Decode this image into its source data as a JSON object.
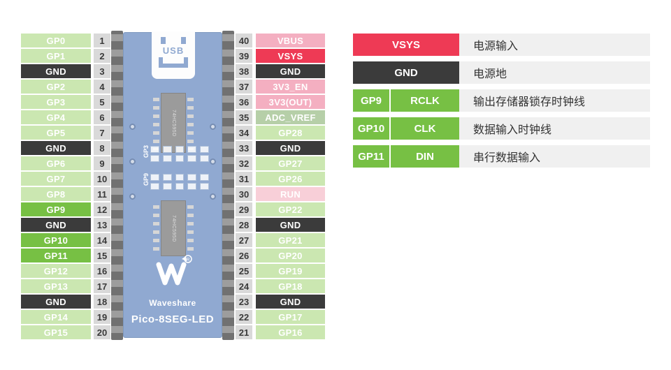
{
  "colors": {
    "gpio-green": "#cbe7b1",
    "highlight-green": "#77c044",
    "gnd-dark": "#3b3b3b",
    "power-pink": "#f4afc1",
    "power-red": "#ee3a55",
    "adc-sage": "#b6cfa8",
    "run-pink": "#f8cfd8",
    "num-bg": "#d9d9d9",
    "legend-stripe": "#f0f0f0",
    "pcb-blue": "#7d9bc9"
  },
  "board": {
    "usb_label": "USB",
    "chip_marking": "74HC595D",
    "silk_top": "GP3",
    "silk_bottom": "GP9",
    "brand": "Waveshare",
    "registered_mark": "®",
    "name": "Pico-8SEG-LED"
  },
  "left_pins": [
    {
      "num": "1",
      "label": "GP0",
      "type": "gpio"
    },
    {
      "num": "2",
      "label": "GP1",
      "type": "gpio"
    },
    {
      "num": "3",
      "label": "GND",
      "type": "gnd"
    },
    {
      "num": "4",
      "label": "GP2",
      "type": "gpio"
    },
    {
      "num": "5",
      "label": "GP3",
      "type": "gpio"
    },
    {
      "num": "6",
      "label": "GP4",
      "type": "gpio"
    },
    {
      "num": "7",
      "label": "GP5",
      "type": "gpio"
    },
    {
      "num": "8",
      "label": "GND",
      "type": "gnd"
    },
    {
      "num": "9",
      "label": "GP6",
      "type": "gpio"
    },
    {
      "num": "10",
      "label": "GP7",
      "type": "gpio"
    },
    {
      "num": "11",
      "label": "GP8",
      "type": "gpio"
    },
    {
      "num": "12",
      "label": "GP9",
      "type": "hl"
    },
    {
      "num": "13",
      "label": "GND",
      "type": "gnd"
    },
    {
      "num": "14",
      "label": "GP10",
      "type": "hl"
    },
    {
      "num": "15",
      "label": "GP11",
      "type": "hl"
    },
    {
      "num": "16",
      "label": "GP12",
      "type": "gpio"
    },
    {
      "num": "17",
      "label": "GP13",
      "type": "gpio"
    },
    {
      "num": "18",
      "label": "GND",
      "type": "gnd"
    },
    {
      "num": "19",
      "label": "GP14",
      "type": "gpio"
    },
    {
      "num": "20",
      "label": "GP15",
      "type": "gpio"
    }
  ],
  "right_pins": [
    {
      "num": "40",
      "label": "VBUS",
      "type": "pink"
    },
    {
      "num": "39",
      "label": "VSYS",
      "type": "red"
    },
    {
      "num": "38",
      "label": "GND",
      "type": "gnd"
    },
    {
      "num": "37",
      "label": "3V3_EN",
      "type": "pink"
    },
    {
      "num": "36",
      "label": "3V3(OUT)",
      "type": "pink"
    },
    {
      "num": "35",
      "label": "ADC_VREF",
      "type": "sage"
    },
    {
      "num": "34",
      "label": "GP28",
      "type": "gpio"
    },
    {
      "num": "33",
      "label": "GND",
      "type": "gnd"
    },
    {
      "num": "32",
      "label": "GP27",
      "type": "gpio"
    },
    {
      "num": "31",
      "label": "GP26",
      "type": "gpio"
    },
    {
      "num": "30",
      "label": "RUN",
      "type": "runpink"
    },
    {
      "num": "29",
      "label": "GP22",
      "type": "gpio"
    },
    {
      "num": "28",
      "label": "GND",
      "type": "gnd"
    },
    {
      "num": "27",
      "label": "GP21",
      "type": "gpio"
    },
    {
      "num": "26",
      "label": "GP20",
      "type": "gpio"
    },
    {
      "num": "25",
      "label": "GP19",
      "type": "gpio"
    },
    {
      "num": "24",
      "label": "GP18",
      "type": "gpio"
    },
    {
      "num": "23",
      "label": "GND",
      "type": "gnd"
    },
    {
      "num": "22",
      "label": "GP17",
      "type": "gpio"
    },
    {
      "num": "21",
      "label": "GP16",
      "type": "gpio"
    }
  ],
  "legend": [
    {
      "type": "red",
      "cells": [
        "VSYS"
      ],
      "desc": "电源输入"
    },
    {
      "type": "gnd",
      "cells": [
        "GND"
      ],
      "desc": "电源地"
    },
    {
      "type": "hl",
      "cells": [
        "GP9",
        "RCLK"
      ],
      "desc": "输出存储器锁存时钟线"
    },
    {
      "type": "hl",
      "cells": [
        "GP10",
        "CLK"
      ],
      "desc": "数据输入时钟线"
    },
    {
      "type": "hl",
      "cells": [
        "GP11",
        "DIN"
      ],
      "desc": "串行数据输入"
    }
  ]
}
